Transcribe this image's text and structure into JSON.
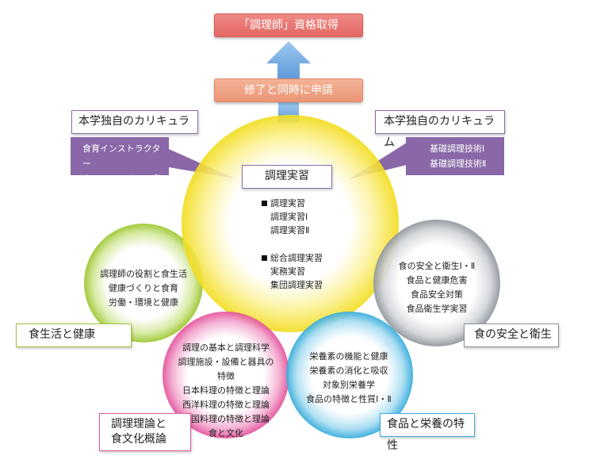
{
  "top_box": "「調理師」資格取得",
  "middle_box": "修了と同時に申請",
  "left_curriculum": {
    "title": "本学独自のカリキュラム",
    "items": [
      "食育インストラクター",
      "カフェ・スイーツ実習"
    ]
  },
  "right_curriculum": {
    "title": "本学独自のカリキュラム",
    "items": [
      "基礎調理技術Ⅰ",
      "基礎調理技術Ⅱ"
    ]
  },
  "center": {
    "label": "調理実習",
    "group1_title": "調理実習",
    "group1_items": [
      "調理実習Ⅰ",
      "調理実習Ⅱ"
    ],
    "group2_title": "総合調理実習",
    "group2_items": [
      "実務実習",
      "集団調理実習"
    ]
  },
  "green": {
    "label": "食生活と健康",
    "items": [
      "調理師の役割と食生活",
      "健康づくりと食育",
      "労働・環境と健康"
    ]
  },
  "gray": {
    "label": "食の安全と衛生",
    "items": [
      "食の安全と衛生Ⅰ・Ⅱ",
      "食品と健康危害",
      "食品安全対策",
      "食品衛生学実習"
    ]
  },
  "pink": {
    "label_line1": "調理理論と",
    "label_line2": "食文化概論",
    "items": [
      "調理の基本と調理科学",
      "調理施設・設備と器具の特徴",
      "日本料理の特徴と理論",
      "西洋料理の特徴と理論",
      "中国料理の特徴と理論",
      "食と文化"
    ]
  },
  "blue": {
    "label": "食品と栄養の特性",
    "items": [
      "栄養素の機能と健康",
      "栄養素の消化と吸収",
      "対象別栄養学",
      "食品の特徴と性質Ⅰ・Ⅱ"
    ]
  },
  "colors": {
    "yellow": "#f6e52a",
    "green": "#a6cc3e",
    "pink": "#ea5fa4",
    "blue": "#3fb2df",
    "gray": "#9aa0a6",
    "purple": "#8a68a8",
    "arrow": "#7fb4e6"
  }
}
